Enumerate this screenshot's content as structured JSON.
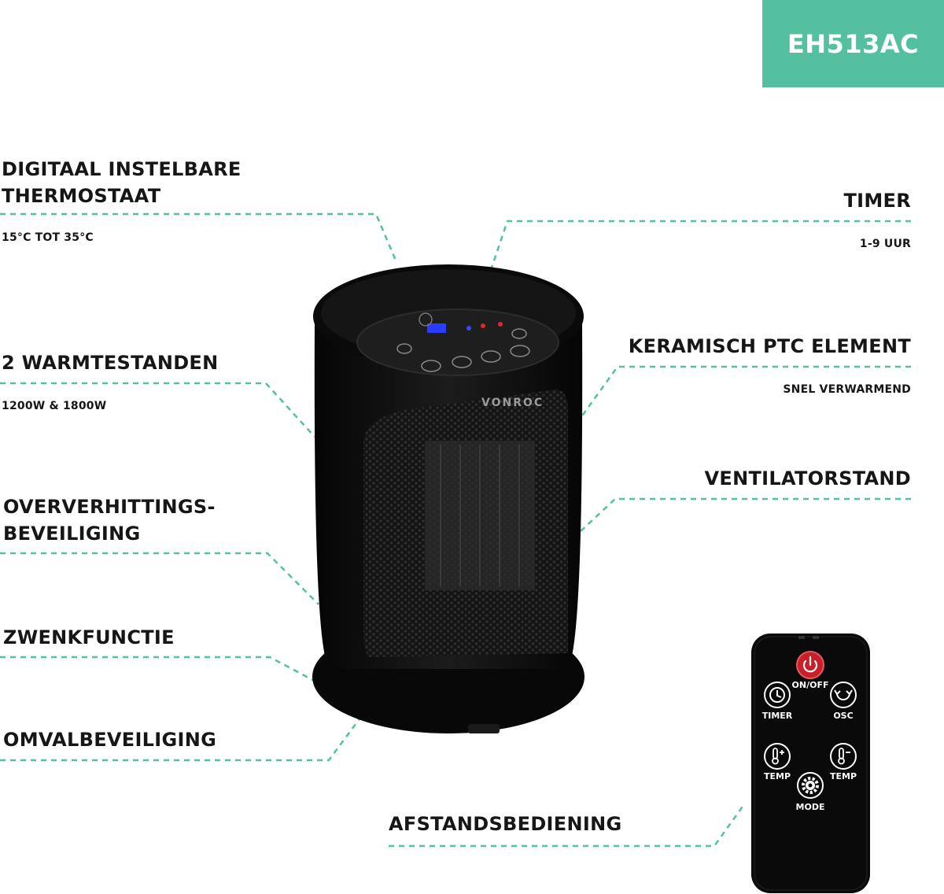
{
  "model": "EH513AC",
  "features": {
    "thermostat": {
      "title": "DIGITAAL INSTELBARE\nTHERMOSTAAT",
      "sub": "15°C TOT 35°C"
    },
    "power_modes": {
      "title": "2 WARMTESTANDEN",
      "sub": "1200W & 1800W"
    },
    "overheat": {
      "title": "OVERVERHITTINGS-\nBEVEILIGING"
    },
    "oscillation": {
      "title": "ZWENKFUNCTIE"
    },
    "tip_over": {
      "title": "OMVALBEVEILIGING"
    },
    "timer": {
      "title": "TIMER",
      "sub": "1-9 UUR"
    },
    "ceramic": {
      "title": "KERAMISCH PTC ELEMENT",
      "sub": "SNEL VERWARMEND"
    },
    "fan": {
      "title": "VENTILATORSTAND"
    },
    "remote": {
      "title": "AFSTANDSBEDIENING"
    }
  },
  "heater": {
    "brand": "VONROC"
  },
  "remote_buttons": {
    "power": "ON/OFF",
    "timer": "TIMER",
    "osc": "OSC",
    "temp_up": "TEMP",
    "temp_down": "TEMP",
    "mode": "MODE"
  },
  "colors": {
    "accent": "#54c0a0",
    "power_button": "#c8202a",
    "product": "#0d0d0d"
  },
  "icons": [
    "power-icon",
    "clock-icon",
    "oscillate-icon",
    "thermometer-plus-icon",
    "thermometer-minus-icon",
    "gear-icon"
  ]
}
